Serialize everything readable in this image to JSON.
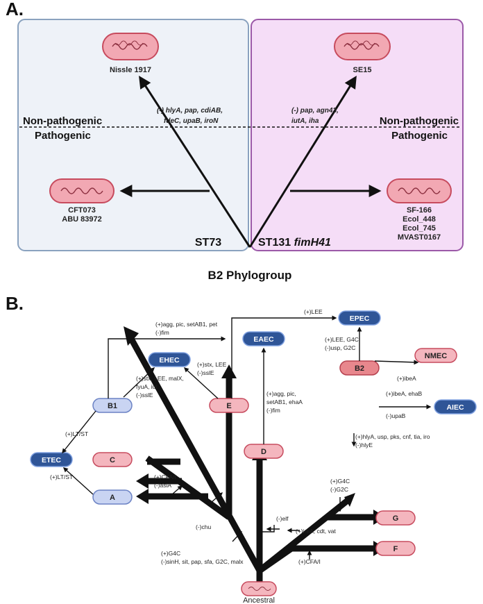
{
  "panel_a": {
    "letter": "A.",
    "non_pathogenic_left": "Non-pathogenic",
    "pathogenic_left": "Pathogenic",
    "non_pathogenic_right": "Non-pathogenic",
    "pathogenic_right": "Pathogenic",
    "strain_nissle": "Nissle 1917",
    "strain_se15": "SE15",
    "strains_left": [
      "CFT073",
      "ABU 83972"
    ],
    "strains_right": [
      "SF-166",
      "Ecol_448",
      "Ecol_745",
      "MVAST0167"
    ],
    "genes_left": [
      "(-) hlyA, pap, cdiAB,",
      "fdeC, upaB, iroN"
    ],
    "genes_right": [
      "(-) pap, agn43,",
      "iutA, iha"
    ],
    "st_left": "ST73",
    "st_right_prefix": "ST131 ",
    "st_right_gene": "fimH41",
    "phylogroup": "B2 Phylogroup",
    "colors": {
      "left_panel": "#eef2f8",
      "left_border": "#8aa2bf",
      "right_panel": "#f5ddf7",
      "right_border": "#9b59a8"
    }
  },
  "panel_b": {
    "letter": "B.",
    "nodes": {
      "ancestral": "Ancestral",
      "a": "A",
      "b1": "B1",
      "c": "C",
      "d": "D",
      "e": "E",
      "b2": "B2",
      "f": "F",
      "g": "G"
    },
    "pathotypes": {
      "etec": "ETEC",
      "ehec": "EHEC",
      "eaec": "EAEC",
      "epec": "EPEC",
      "nmec": "NMEC",
      "aiec": "AIEC"
    },
    "annotations": {
      "lee_epec": "(+)LEE",
      "b1_eaec": [
        "(+)agg, pic, setAB1, pet",
        "(-)fim"
      ],
      "e_ehec": [
        "(+)stx, LEE",
        "(-)sslE"
      ],
      "b1_ehec": [
        "(+)stx, LEE, malX,",
        "fyuA, iut",
        "(-)sslE"
      ],
      "d_eaec": [
        "(+)agg, pic,",
        "setAB1, ehaA",
        "(-)fim"
      ],
      "b2_epec": [
        "(+)LEE, G4C",
        "(-)usp, G2C"
      ],
      "b2_nmec": "(+)ibeA",
      "b2_aiec": [
        "(+)ibeA, ehaB",
        "(-)upaB"
      ],
      "b1_etec": "(+)LT/ST",
      "a_etec": "(+)LT/ST",
      "a_branch": [
        "(+)CFA/I",
        "(-)aslA"
      ],
      "chu": "(-)chu",
      "elf": "(-)elf",
      "b2_branch_up": [
        "(+)hlyA, usp, pks, cnf, tia, iro",
        "(-)hlyE"
      ],
      "g_branch": [
        "(+)G4C",
        "(-)G2C"
      ],
      "ire": "(+)ireA, cdt, vat",
      "f_branch": "(+)CFA/I",
      "root": [
        "(+)G4C",
        "(-)sinH, sit, pap, sfa, G2C, malx"
      ]
    },
    "colors": {
      "pathotype": "#2f5597",
      "pink": "#f4b6be",
      "blue": "#c9d4f2",
      "red": "#e8878d"
    }
  }
}
